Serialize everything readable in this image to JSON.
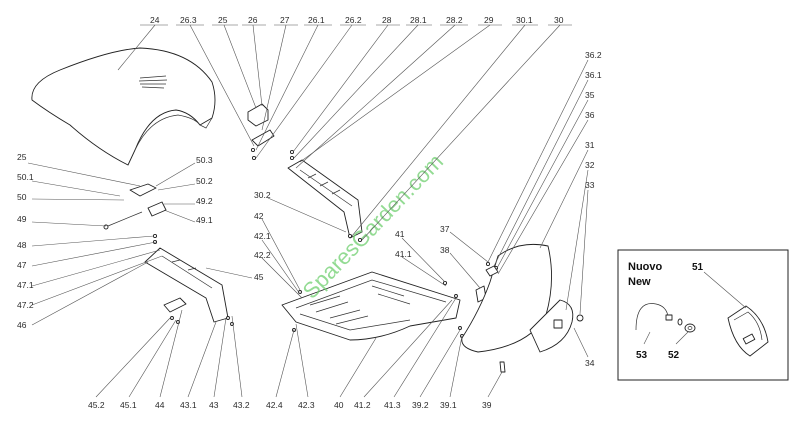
{
  "watermark": "SparesGarden.com",
  "new_parts_box": {
    "title_line1": "Nuovo",
    "title_line2": "New",
    "labels": [
      "51",
      "52",
      "53"
    ]
  },
  "callouts_top": [
    "24",
    "26.3",
    "25",
    "26",
    "27",
    "26.1",
    "26.2",
    "28",
    "28.1",
    "28.2",
    "29",
    "30.1",
    "30"
  ],
  "callouts_right": [
    "36.2",
    "36.1",
    "35",
    "36",
    "31",
    "32",
    "33",
    "34"
  ],
  "callouts_left": [
    "25",
    "50.1",
    "50",
    "49",
    "48",
    "47",
    "47.1",
    "47.2",
    "46"
  ],
  "callouts_middle": [
    "50.3",
    "50.2",
    "49.2",
    "49.1",
    "45",
    "30.2",
    "42",
    "42.1",
    "42.2",
    "41",
    "41.1",
    "37",
    "38"
  ],
  "callouts_bottom": [
    "45.2",
    "45.1",
    "44",
    "43.1",
    "43",
    "43.2",
    "42.4",
    "42.3",
    "40",
    "41.2",
    "41.3",
    "39.2",
    "39.1",
    "39"
  ]
}
